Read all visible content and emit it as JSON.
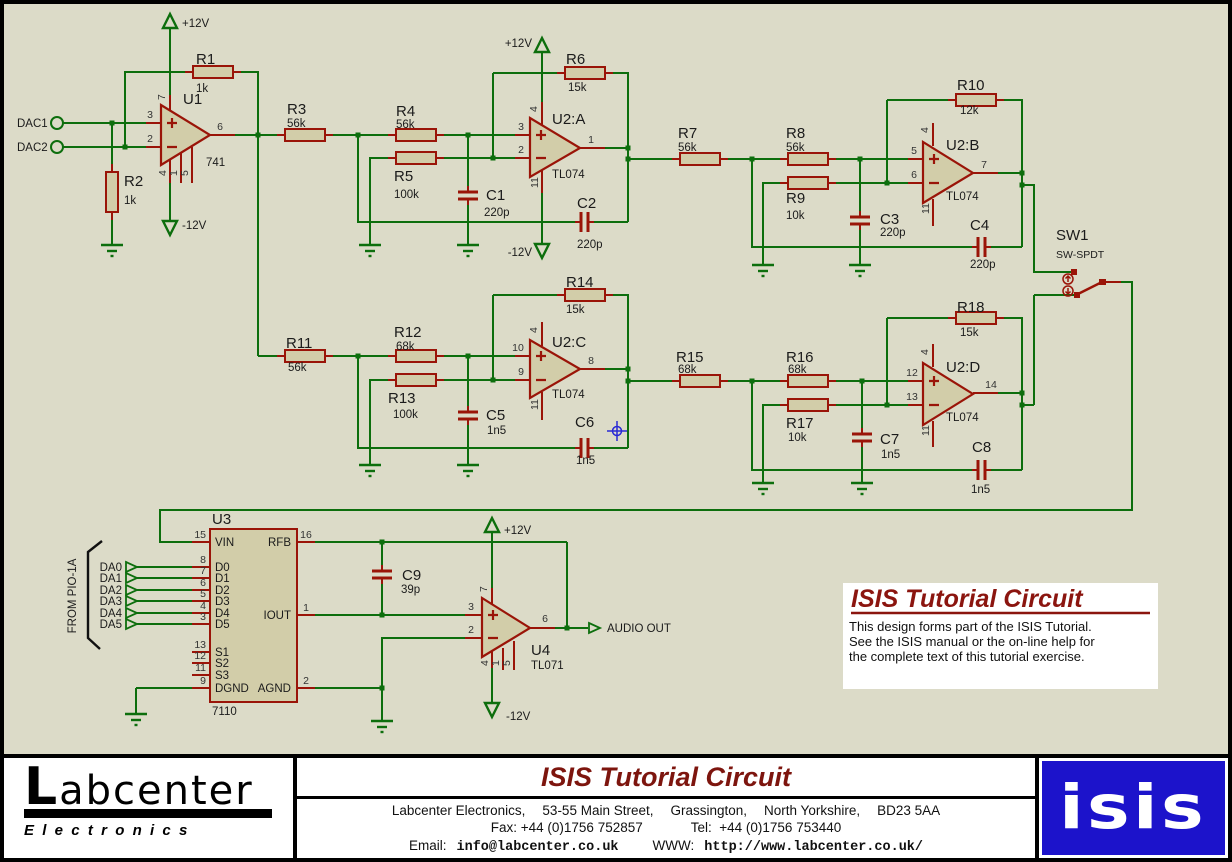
{
  "schematic": {
    "power": {
      "plus12": "+12V",
      "minus12": "-12V"
    },
    "terminals": {
      "dac1": "DAC1",
      "dac2": "DAC2",
      "audio_out": "AUDIO OUT",
      "bus_label": "FROM PIO-1A",
      "da": [
        "DA0",
        "DA1",
        "DA2",
        "DA3",
        "DA4",
        "DA5"
      ]
    },
    "resistors": {
      "R1": {
        "ref": "R1",
        "value": "1k"
      },
      "R2": {
        "ref": "R2",
        "value": "1k"
      },
      "R3": {
        "ref": "R3",
        "value": "56k"
      },
      "R4": {
        "ref": "R4",
        "value": "56k"
      },
      "R5": {
        "ref": "R5",
        "value": "100k"
      },
      "R6": {
        "ref": "R6",
        "value": "15k"
      },
      "R7": {
        "ref": "R7",
        "value": "56k"
      },
      "R8": {
        "ref": "R8",
        "value": "56k"
      },
      "R9": {
        "ref": "R9",
        "value": "10k"
      },
      "R10": {
        "ref": "R10",
        "value": "12k"
      },
      "R11": {
        "ref": "R11",
        "value": "56k"
      },
      "R12": {
        "ref": "R12",
        "value": "68k"
      },
      "R13": {
        "ref": "R13",
        "value": "100k"
      },
      "R14": {
        "ref": "R14",
        "value": "15k"
      },
      "R15": {
        "ref": "R15",
        "value": "68k"
      },
      "R16": {
        "ref": "R16",
        "value": "68k"
      },
      "R17": {
        "ref": "R17",
        "value": "10k"
      },
      "R18": {
        "ref": "R18",
        "value": "15k"
      }
    },
    "capacitors": {
      "C1": {
        "ref": "C1",
        "value": "220p"
      },
      "C2": {
        "ref": "C2",
        "value": "220p"
      },
      "C3": {
        "ref": "C3",
        "value": "220p"
      },
      "C4": {
        "ref": "C4",
        "value": "220p"
      },
      "C5": {
        "ref": "C5",
        "value": "1n5"
      },
      "C6": {
        "ref": "C6",
        "value": "1n5"
      },
      "C7": {
        "ref": "C7",
        "value": "1n5"
      },
      "C8": {
        "ref": "C8",
        "value": "1n5"
      },
      "C9": {
        "ref": "C9",
        "value": "39p"
      }
    },
    "opamps": {
      "U1": {
        "ref": "U1",
        "part": "741",
        "inp": "3",
        "inn": "2",
        "out": "6",
        "vp": "7",
        "vn": "4",
        "o1": "1",
        "o2": "5"
      },
      "U2A": {
        "ref": "U2:A",
        "part": "TL074",
        "inp": "3",
        "inn": "2",
        "out": "1",
        "vp": "4",
        "vn": "11"
      },
      "U2B": {
        "ref": "U2:B",
        "part": "TL074",
        "inp": "5",
        "inn": "6",
        "out": "7",
        "vp": "4",
        "vn": "11"
      },
      "U2C": {
        "ref": "U2:C",
        "part": "TL074",
        "inp": "10",
        "inn": "9",
        "out": "8",
        "vp": "4",
        "vn": "11"
      },
      "U2D": {
        "ref": "U2:D",
        "part": "TL074",
        "inp": "12",
        "inn": "13",
        "out": "14",
        "vp": "4",
        "vn": "11"
      },
      "U4": {
        "ref": "U4",
        "part": "TL071",
        "inp": "3",
        "inn": "2",
        "out": "6",
        "vp": "7",
        "vn": "4",
        "o1": "1",
        "o2": "5"
      }
    },
    "dac": {
      "ref": "U3",
      "part": "7110",
      "left": [
        {
          "num": "15",
          "name": "VIN"
        },
        {
          "num": "8",
          "name": "D0"
        },
        {
          "num": "7",
          "name": "D1"
        },
        {
          "num": "6",
          "name": "D2"
        },
        {
          "num": "5",
          "name": "D3"
        },
        {
          "num": "4",
          "name": "D4"
        },
        {
          "num": "3",
          "name": "D5"
        },
        {
          "num": "13",
          "name": "S1"
        },
        {
          "num": "12",
          "name": "S2"
        },
        {
          "num": "11",
          "name": "S3"
        },
        {
          "num": "9",
          "name": "DGND"
        }
      ],
      "right": [
        {
          "num": "16",
          "name": "RFB"
        },
        {
          "num": "1",
          "name": "IOUT"
        },
        {
          "num": "2",
          "name": "AGND"
        }
      ]
    },
    "switch": {
      "ref": "SW1",
      "part": "SW-SPDT"
    },
    "note": {
      "title": "ISIS Tutorial Circuit",
      "line1": "This design forms part of the ISIS Tutorial.",
      "line2": "See the ISIS manual or the on-line help for",
      "line3": "the complete text of this tutorial exercise."
    }
  },
  "footer": {
    "logo_main": "Labcenter",
    "logo_sub": "Electronics",
    "title": "ISIS Tutorial Circuit",
    "address_parts": [
      "Labcenter Electronics,",
      "53-55 Main Street,",
      "Grassington,",
      "North Yorkshire,",
      "BD23 5AA"
    ],
    "fax": "Fax: +44 (0)1756 752857",
    "tel": "Tel:  +44 (0)1756 753440",
    "email_label": "Email:",
    "email": "info@labcenter.co.uk",
    "www_label": "WWW:",
    "www": "http://www.labcenter.co.uk/",
    "brand": "isis"
  }
}
